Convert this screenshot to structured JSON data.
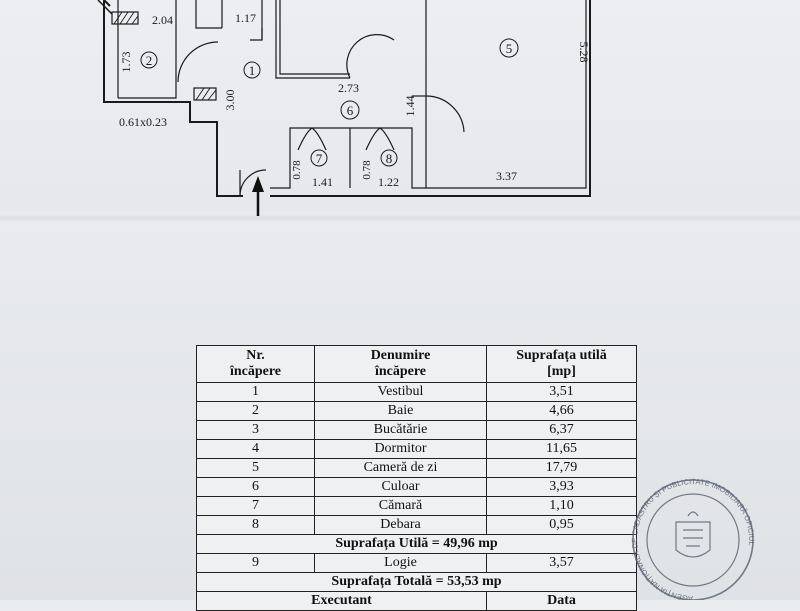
{
  "plan": {
    "room_markers": [
      "1",
      "2",
      "5",
      "6",
      "7",
      "8"
    ],
    "dimensions": [
      "2.04",
      "1.17",
      "1.73",
      "3.00",
      "2.73",
      "1.44",
      "5.28",
      "0.78",
      "1.41",
      "0.78",
      "1.22",
      "3.37",
      "0.61x0.23"
    ]
  },
  "table": {
    "headers": {
      "nr_line1": "Nr.",
      "nr_line2": "încăpere",
      "name_line1": "Denumire",
      "name_line2": "încăpere",
      "area_line1": "Suprafața utilă",
      "area_line2": "[mp]"
    },
    "rows": [
      {
        "nr": "1",
        "name": "Vestibul",
        "area": "3,51"
      },
      {
        "nr": "2",
        "name": "Baie",
        "area": "4,66"
      },
      {
        "nr": "3",
        "name": "Bucătărie",
        "area": "6,37"
      },
      {
        "nr": "4",
        "name": "Dormitor",
        "area": "11,65"
      },
      {
        "nr": "5",
        "name": "Cameră de zi",
        "area": "17,79"
      },
      {
        "nr": "6",
        "name": "Culoar",
        "area": "3,93"
      },
      {
        "nr": "7",
        "name": "Cămară",
        "area": "1,10"
      },
      {
        "nr": "8",
        "name": "Debara",
        "area": "0,95"
      }
    ],
    "useful_total": "Suprafața Utilă = 49,96 mp",
    "loggia": {
      "nr": "9",
      "name": "Logie",
      "area": "3,57"
    },
    "grand_total": "Suprafața Totală = 53,53 mp",
    "footer": {
      "executant": "Executant",
      "data": "Data"
    }
  },
  "stamp": {
    "ring_text": "AGENȚIA NAȚIONALĂ DE CADASTRU ȘI PUBLICITATE IMOBILIARĂ OFICIUL"
  }
}
